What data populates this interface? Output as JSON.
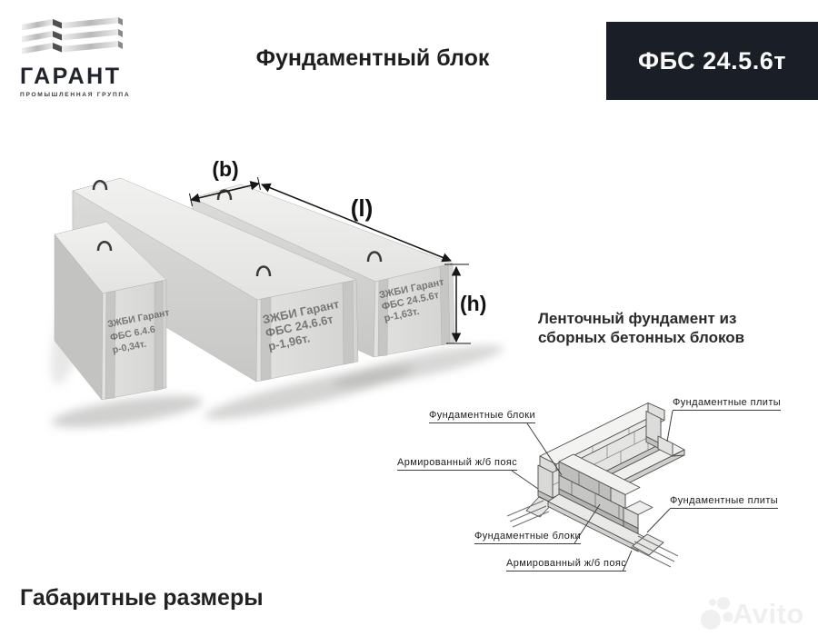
{
  "header": {
    "logo_title": "ГАРАНТ",
    "logo_subtitle": "ПРОМЫШЛЕННАЯ ГРУППА",
    "title": "Фундаментный блок",
    "badge": "ФБС 24.5.6т"
  },
  "photo": {
    "dim_b": "(b)",
    "dim_l": "(l)",
    "dim_h": "(h)",
    "blocks": [
      {
        "line1": "ЗЖБИ Гарант",
        "line2": "ФБС 6.4.6",
        "line3": "р-0,34т."
      },
      {
        "line1": "ЗЖБИ Гарант",
        "line2": "ФБС 24.6.6т",
        "line3": "р-1,96т."
      },
      {
        "line1": "ЗЖБИ Гарант",
        "line2": "ФБС 24.5.6т",
        "line3": "р-1,63т."
      }
    ]
  },
  "right_panel": {
    "heading": "Ленточный фундамент из сборных бетонных блоков"
  },
  "diagram": {
    "label_blocks_top": "Фундаментные блоки",
    "label_belt_left": "Армированный ж/б пояс",
    "label_plates_top_right": "Фундаментные плиты",
    "label_plates_right": "Фундаментные плиты",
    "label_blocks_bottom": "Фундаментные блоки",
    "label_belt_bottom": "Армированный ж/б пояс"
  },
  "footer": {
    "caption": "Габаритные размеры"
  },
  "watermark": {
    "text": "Avito"
  },
  "colors": {
    "badge_bg": "#1a1f27",
    "ink": "#1f1f1f"
  }
}
